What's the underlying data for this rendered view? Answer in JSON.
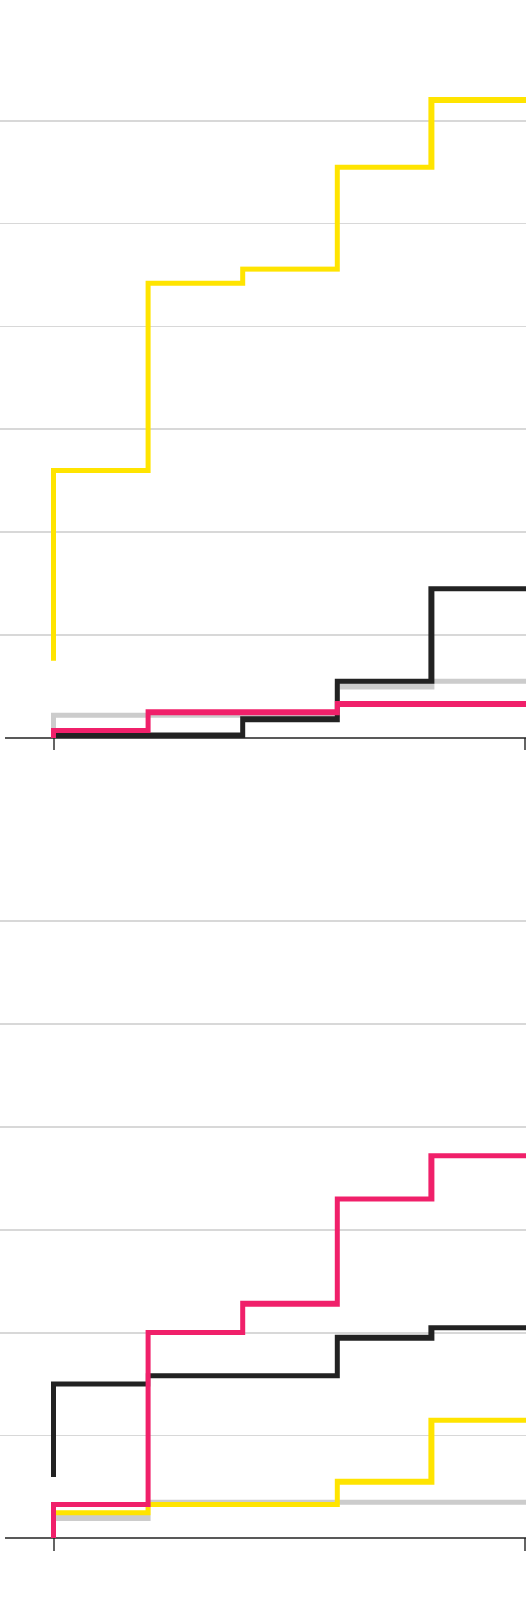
{
  "chart_data": [
    {
      "type": "line",
      "step": "post",
      "x_count": 6,
      "ylim": [
        0,
        6
      ],
      "yticks": [
        0,
        1,
        2,
        3,
        4,
        5,
        6
      ],
      "grid": true,
      "series": [
        {
          "color": "#cccccc",
          "values": [
            0.22,
            0.22,
            0.22,
            0.5,
            0.55,
            0.55
          ]
        },
        {
          "color": "#222222",
          "values": [
            0.03,
            0.03,
            0.18,
            0.55,
            1.45,
            1.45
          ]
        },
        {
          "color": "#f0206a",
          "values": [
            0.07,
            0.25,
            0.25,
            0.33,
            0.33,
            0.33
          ]
        },
        {
          "color": "#ffe400",
          "values": [
            2.6,
            4.42,
            4.56,
            5.55,
            6.2,
            6.2
          ],
          "start": 0.75
        }
      ]
    },
    {
      "type": "line",
      "step": "post",
      "x_count": 6,
      "ylim": [
        0,
        6
      ],
      "yticks": [
        0,
        1,
        2,
        3,
        4,
        5,
        6
      ],
      "grid": true,
      "series": [
        {
          "color": "#cccccc",
          "values": [
            0.2,
            0.35,
            0.35,
            0.35,
            0.35,
            0.35
          ],
          "start": 0.02
        },
        {
          "color": "#ffe400",
          "values": [
            0.25,
            0.33,
            0.33,
            0.55,
            1.15,
            1.15
          ]
        },
        {
          "color": "#222222",
          "values": [
            1.5,
            1.58,
            1.58,
            1.95,
            2.05,
            2.05
          ],
          "start": 0.6
        },
        {
          "color": "#f0206a",
          "values": [
            0.33,
            2.0,
            2.28,
            3.3,
            3.72,
            3.72
          ]
        }
      ]
    }
  ]
}
